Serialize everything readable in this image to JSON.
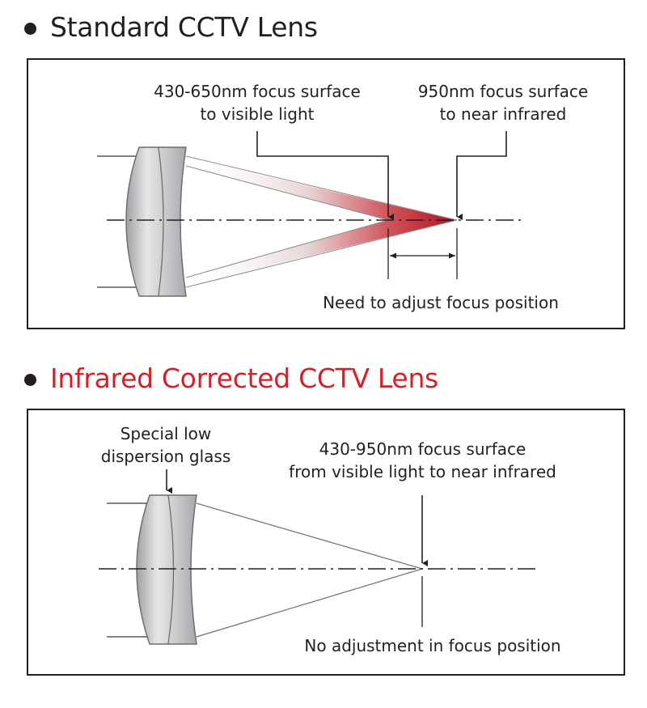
{
  "standard": {
    "title": "Standard CCTV Lens",
    "visible_label_line1": "430-650nm focus surface",
    "visible_label_line2": "to visible light",
    "ir_label_line1": "950nm focus surface",
    "ir_label_line2": "to near infrared",
    "adjust_label": "Need to adjust focus position"
  },
  "corrected": {
    "title": "Infrared Corrected CCTV Lens",
    "title_color": "#d42127",
    "glass_label_line1": "Special low",
    "glass_label_line2": "dispersion glass",
    "focus_label_line1": "430-950nm focus surface",
    "focus_label_line2": "from visible light to near infrared",
    "no_adjust_label": "No adjustment in focus position"
  },
  "colors": {
    "beam_red": "#c0121e",
    "lens_gray": "#b9bbbe",
    "line": "#231f20"
  }
}
